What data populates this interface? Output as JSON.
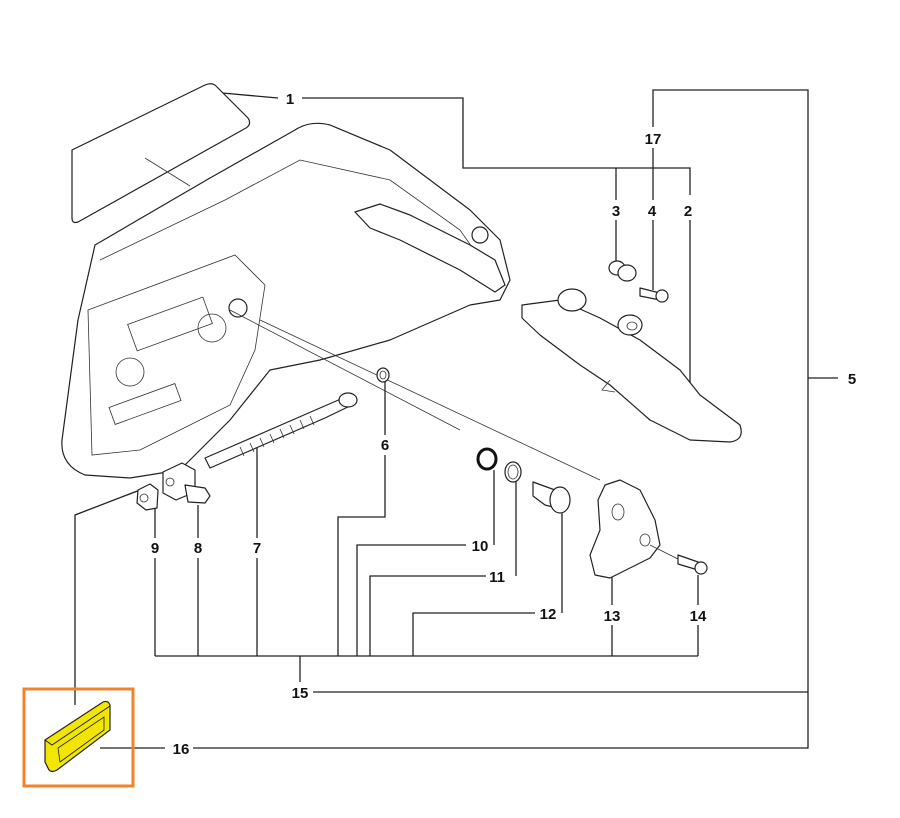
{
  "diagram": {
    "title": "Chain brake / clutch cover exploded view",
    "highlight_color": "#f0842c",
    "highlight_part_color": "#f2e600",
    "callouts": [
      {
        "id": "1",
        "label": "1"
      },
      {
        "id": "2",
        "label": "2"
      },
      {
        "id": "3",
        "label": "3"
      },
      {
        "id": "4",
        "label": "4"
      },
      {
        "id": "5",
        "label": "5"
      },
      {
        "id": "6",
        "label": "6"
      },
      {
        "id": "7",
        "label": "7"
      },
      {
        "id": "8",
        "label": "8"
      },
      {
        "id": "9",
        "label": "9"
      },
      {
        "id": "10",
        "label": "10"
      },
      {
        "id": "11",
        "label": "11"
      },
      {
        "id": "12",
        "label": "12"
      },
      {
        "id": "13",
        "label": "13"
      },
      {
        "id": "14",
        "label": "14"
      },
      {
        "id": "15",
        "label": "15"
      },
      {
        "id": "16",
        "label": "16"
      },
      {
        "id": "17",
        "label": "17"
      }
    ],
    "highlighted_part": "16"
  }
}
